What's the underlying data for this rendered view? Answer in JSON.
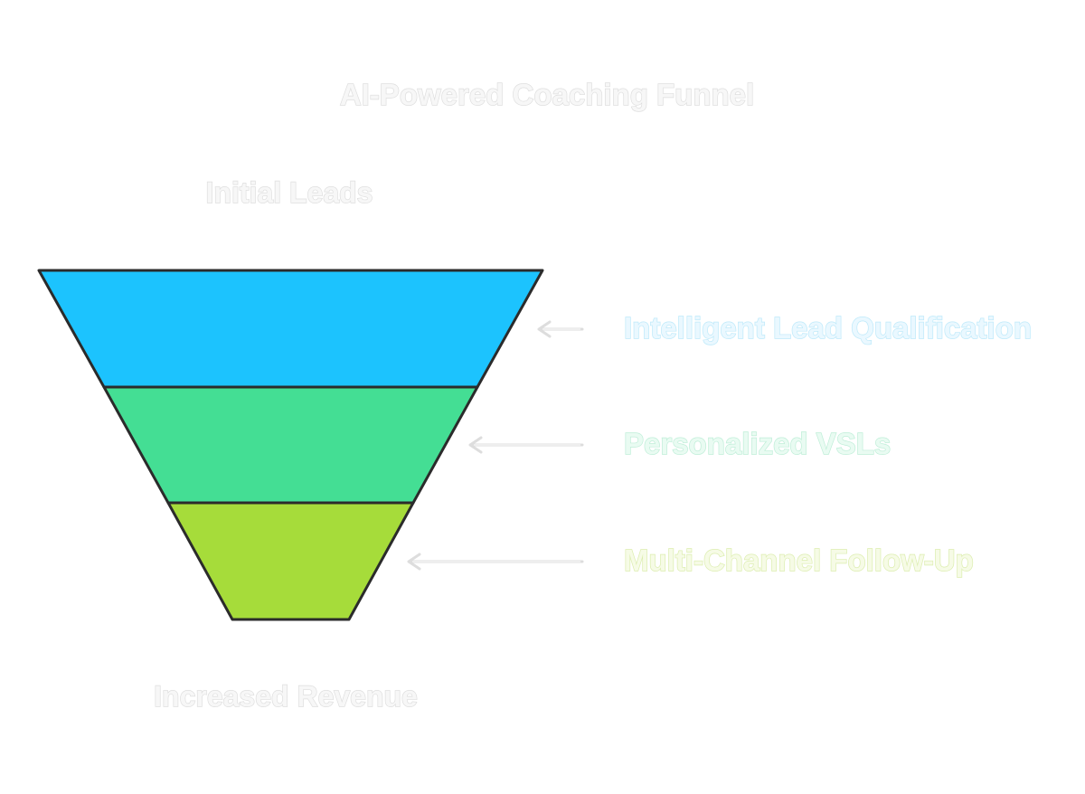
{
  "title": "AI-Powered Coaching Funnel",
  "top_label": "Initial Leads",
  "bottom_label": "Increased Revenue",
  "stages": [
    {
      "label": "Intelligent Lead Qualification",
      "fill": "#1cc3fe",
      "text_color": "#eaf8ff",
      "outline": "#bde9fa"
    },
    {
      "label": "Personalized VSLs",
      "fill": "#44de94",
      "text_color": "#e9fbf2",
      "outline": "#bfeed8"
    },
    {
      "label": "Multi-Channel Follow-Up",
      "fill": "#a6dc3a",
      "text_color": "#f6fbe6",
      "outline": "#dcedaf"
    }
  ],
  "colors": {
    "outline": "#2b2b2b",
    "faint_text": "#f7f7f7",
    "arrow": "#dddddd"
  }
}
